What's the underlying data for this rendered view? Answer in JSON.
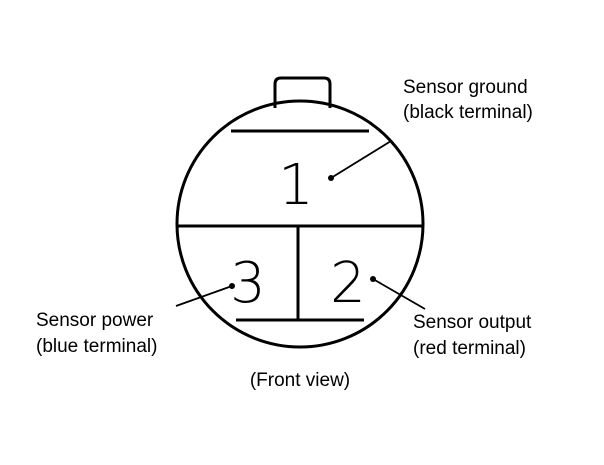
{
  "colors": {
    "ink": "#000000",
    "background": "#ffffff"
  },
  "terminals": [
    {
      "number": "1",
      "name": "Sensor ground",
      "detail": "(black terminal)"
    },
    {
      "number": "2",
      "name": "Sensor output",
      "detail": "(red terminal)"
    },
    {
      "number": "3",
      "name": "Sensor power",
      "detail": "(blue terminal)"
    }
  ],
  "caption": "(Front view)"
}
